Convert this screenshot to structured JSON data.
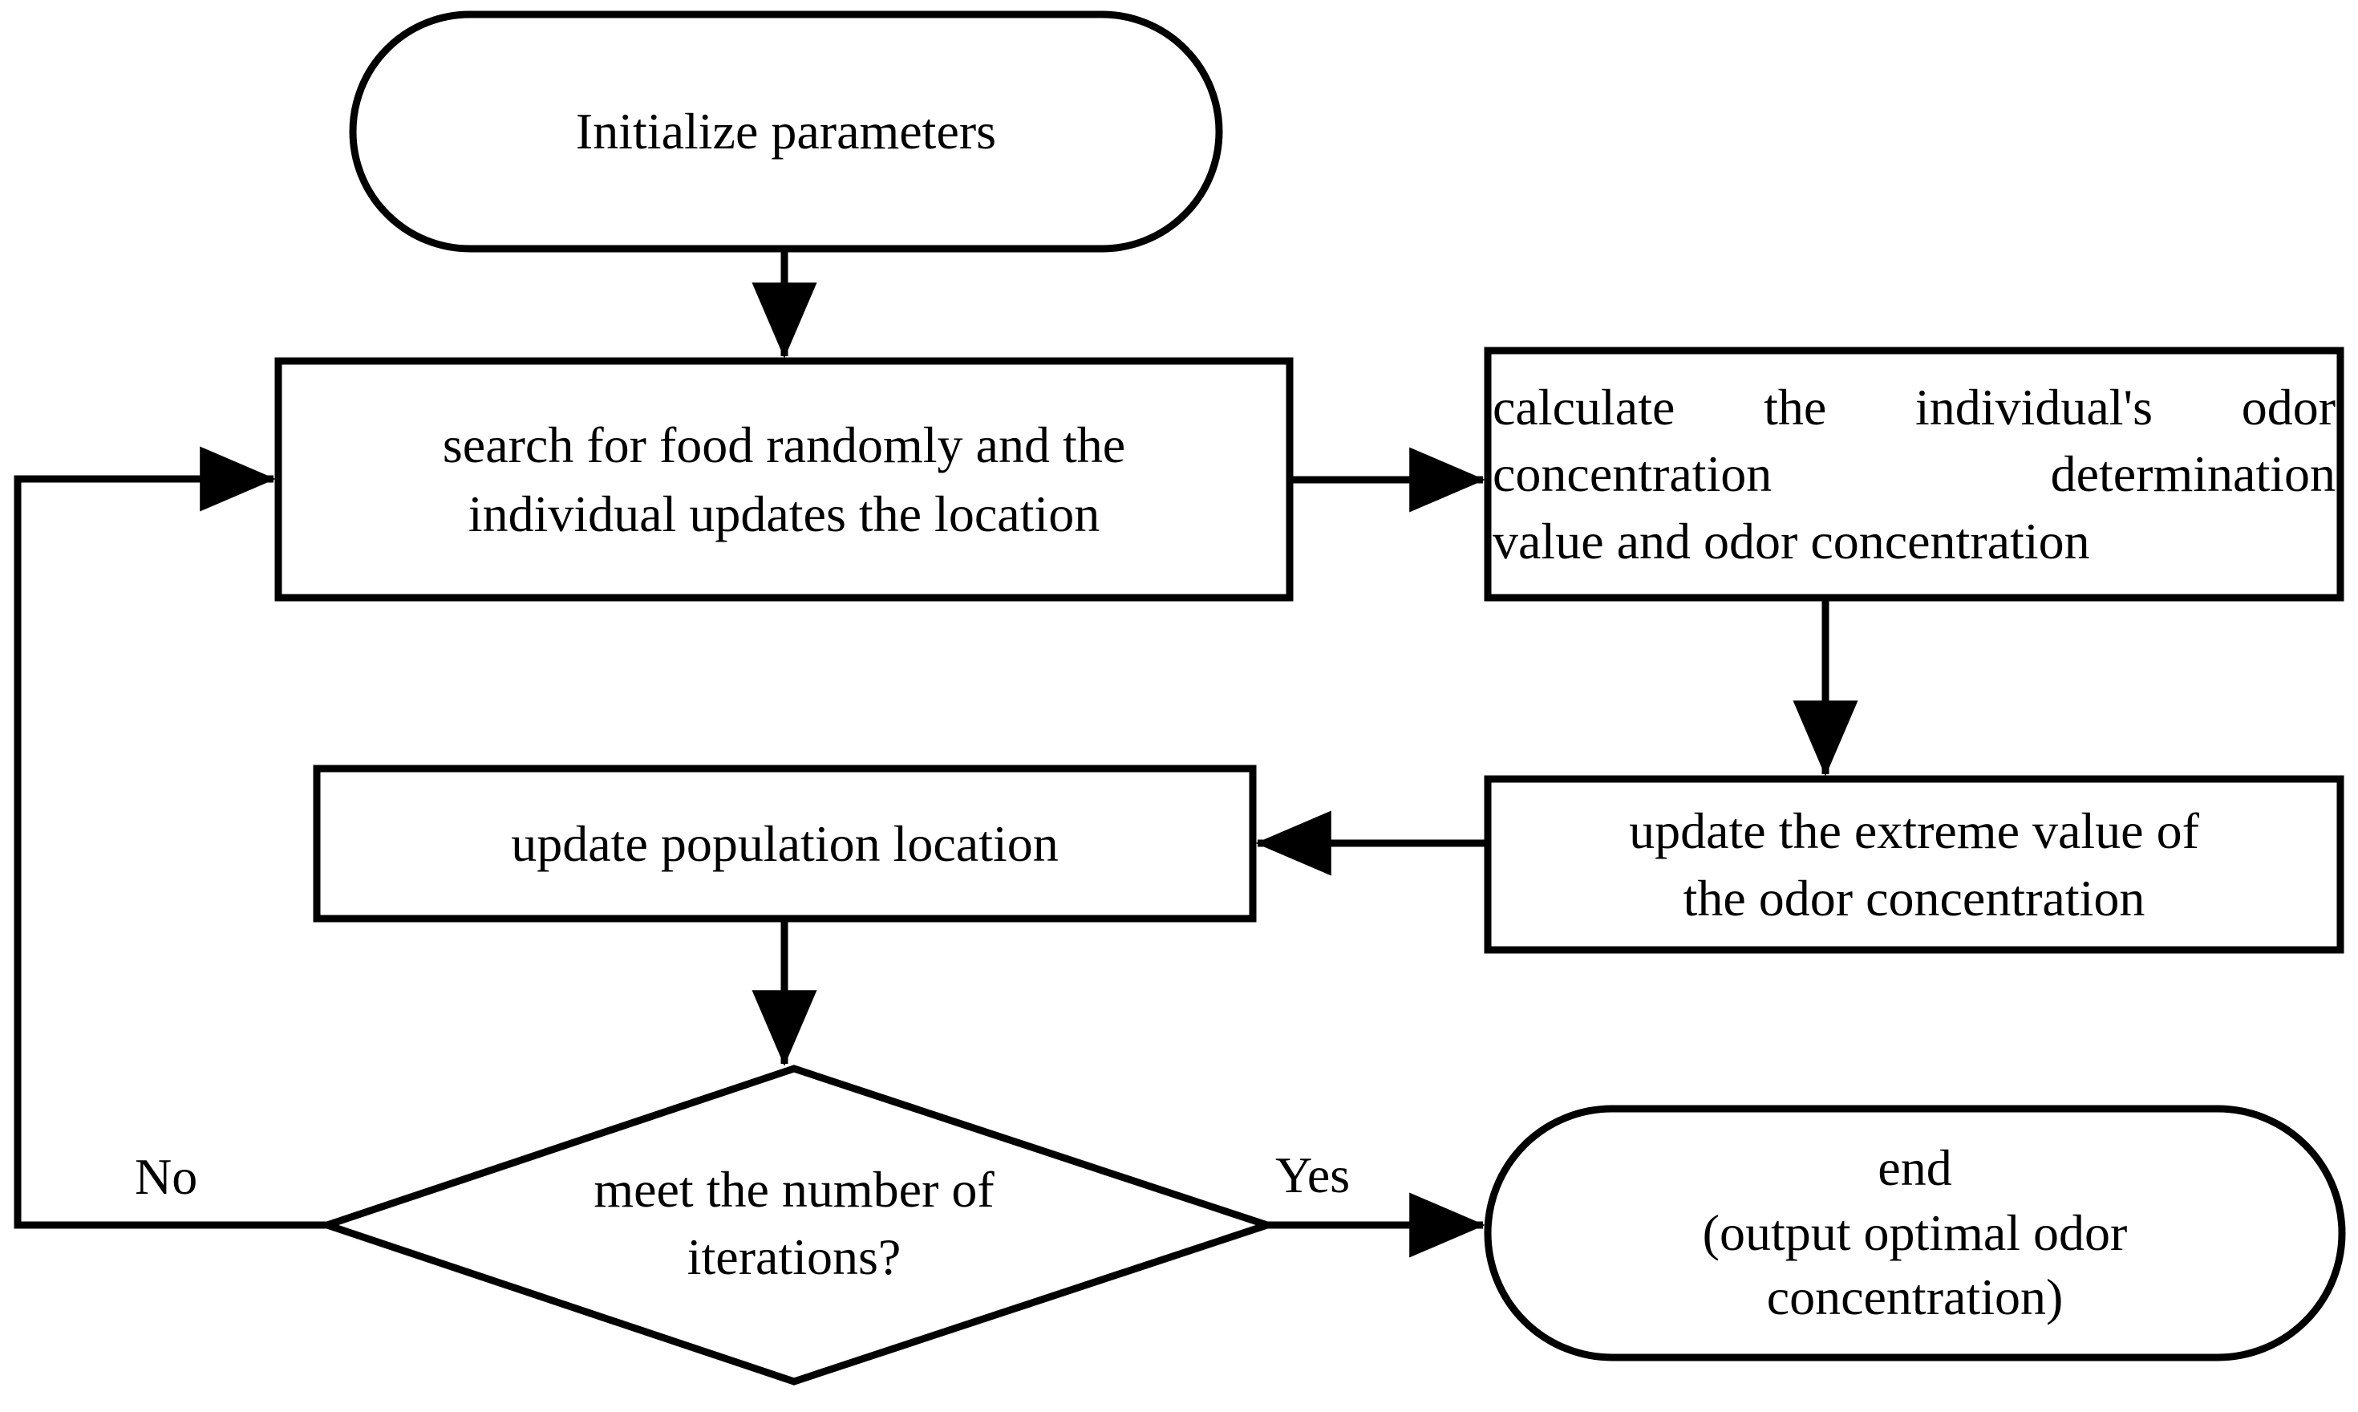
{
  "diagram": {
    "kind": "flowchart",
    "title_visible": false,
    "background_color": "#ffffff",
    "stroke_color": "#000000",
    "text_color": "#000000",
    "nodes": [
      {
        "id": "start",
        "shape": "terminator",
        "lines": [
          "Initialize parameters"
        ]
      },
      {
        "id": "search",
        "shape": "process",
        "lines": [
          "search for food randomly and the",
          "individual updates the location"
        ]
      },
      {
        "id": "calculate",
        "shape": "process",
        "lines": [
          "calculate the individual's odor",
          "concentration determination",
          "value and odor concentration"
        ]
      },
      {
        "id": "extreme",
        "shape": "process",
        "lines": [
          "update the extreme value of",
          "the odor concentration"
        ]
      },
      {
        "id": "update",
        "shape": "process",
        "lines": [
          "update population location"
        ]
      },
      {
        "id": "decision",
        "shape": "diamond",
        "lines": [
          "meet the number of",
          "iterations?"
        ]
      },
      {
        "id": "end",
        "shape": "terminator",
        "lines": [
          "end",
          "(output optimal odor",
          "concentration)"
        ]
      }
    ],
    "edges": [
      {
        "id": "start-to-search",
        "from": "start",
        "to": "search",
        "label": ""
      },
      {
        "id": "search-to-calculate",
        "from": "search",
        "to": "calculate",
        "label": ""
      },
      {
        "id": "calculate-to-extreme",
        "from": "calculate",
        "to": "extreme",
        "label": ""
      },
      {
        "id": "extreme-to-update",
        "from": "extreme",
        "to": "update",
        "label": ""
      },
      {
        "id": "update-to-decision",
        "from": "update",
        "to": "decision",
        "label": ""
      },
      {
        "id": "decision-no-loop",
        "from": "decision",
        "to": "search",
        "label": "No"
      },
      {
        "id": "decision-yes-end",
        "from": "decision",
        "to": "end",
        "label": "Yes"
      }
    ]
  },
  "labels": {
    "start": {
      "l1": "Initialize parameters"
    },
    "search": {
      "l1": "search for food randomly and the",
      "l2": "individual updates the location"
    },
    "calculate": {
      "l1": "calculate the individual's odor",
      "l2": "concentration determination",
      "l3": "value and odor concentration"
    },
    "extreme": {
      "l1": "update the extreme value of",
      "l2": "the odor concentration"
    },
    "update": {
      "l1": "update population location"
    },
    "decision": {
      "l1": "meet the number of",
      "l2": "iterations?"
    },
    "end": {
      "l1": "end",
      "l2": "(output optimal odor",
      "l3": "concentration)"
    },
    "edge_no": "No",
    "edge_yes": "Yes"
  }
}
